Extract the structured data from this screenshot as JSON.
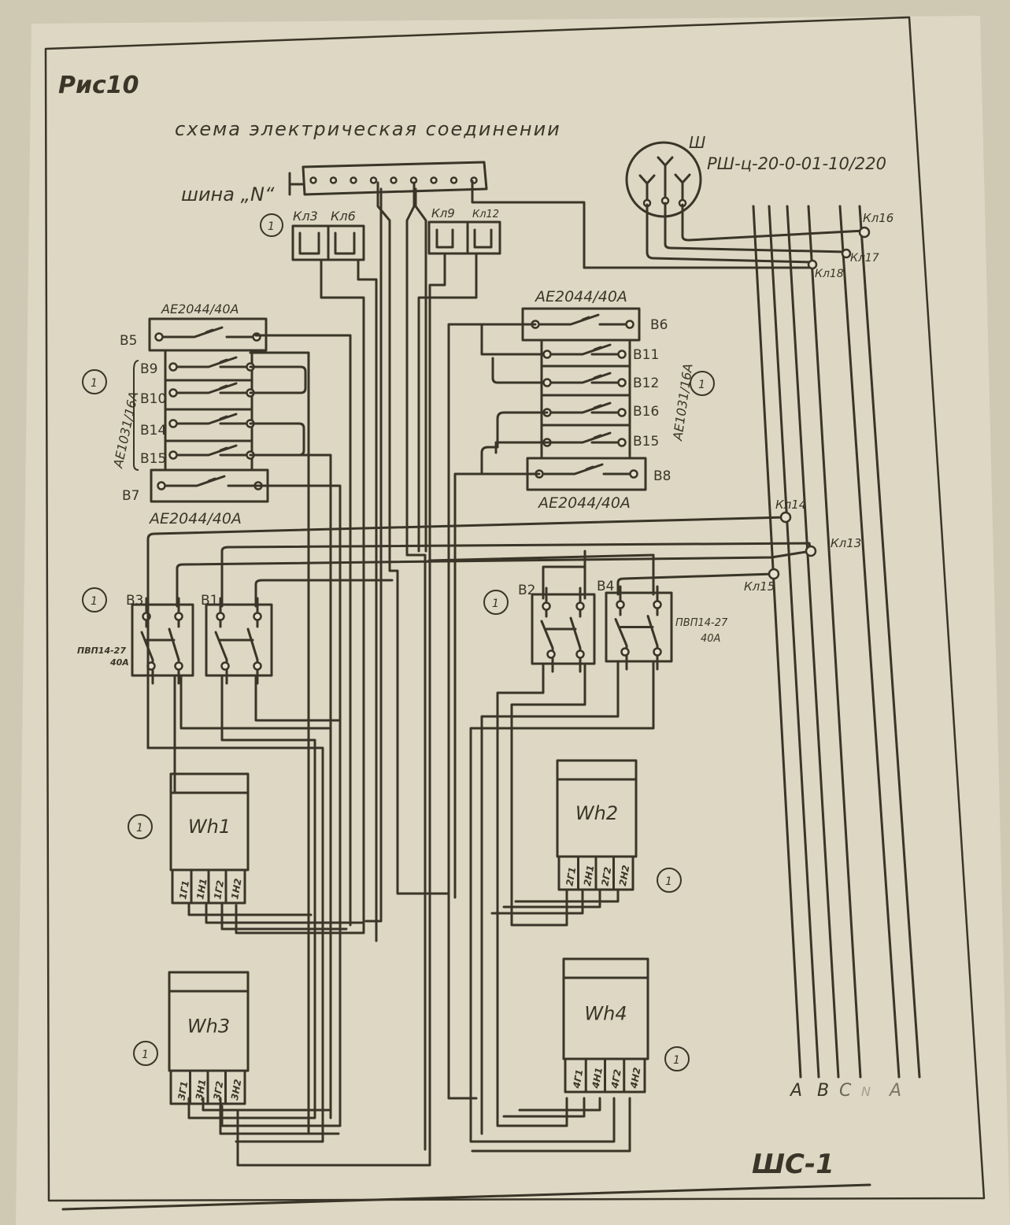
{
  "document": {
    "figure_label": "Рис10",
    "title": "схема электрическая соединении",
    "drawing_code": "ШС-1"
  },
  "neutral_bus": {
    "label": "шина „N“"
  },
  "terminals": {
    "top_left": [
      "Кл3",
      "Кл6"
    ],
    "top_right": [
      "Кл9",
      "Кл12"
    ],
    "bus_right": [
      "Кл16",
      "Кл17",
      "Кл18"
    ],
    "cross": [
      "Кл14",
      "Кл13",
      "Кл15"
    ]
  },
  "socket": {
    "label": "Ш",
    "model": "РШ-ц-20-0-01-10/220"
  },
  "breakers_left": {
    "top_label": "AE2044/40A",
    "bottom_label": "AE2044/40A",
    "group_label": "AE1031/16A",
    "main": [
      "B5",
      "B7"
    ],
    "group": [
      "B9",
      "B10",
      "B14",
      "B15"
    ]
  },
  "breakers_right": {
    "top_label": "AE2044/40A",
    "bottom_label": "AE2044/40A",
    "group_label": "AE1031/16A",
    "main": [
      "B6",
      "B8"
    ],
    "group": [
      "B11",
      "B12",
      "B16",
      "B15"
    ]
  },
  "switches": {
    "model": "ПВП14-27",
    "rating": "40А",
    "left": [
      "B3",
      "B1"
    ],
    "right": [
      "B2",
      "B4"
    ]
  },
  "meters": [
    {
      "name": "Wh1",
      "terminals": [
        "1Г1",
        "1Н1",
        "1Г2",
        "1Н2"
      ]
    },
    {
      "name": "Wh2",
      "terminals": [
        "2Г1",
        "2Н1",
        "2Г2",
        "2Н2"
      ]
    },
    {
      "name": "Wh3",
      "terminals": [
        "3Г1",
        "3Н1",
        "3Г2",
        "3Н2"
      ]
    },
    {
      "name": "Wh4",
      "terminals": [
        "4Г1",
        "4Н1",
        "4Г2",
        "4Н2"
      ]
    }
  ],
  "position_marker": "1",
  "bus_phases": [
    "A",
    "B",
    "C",
    "N",
    "A"
  ]
}
